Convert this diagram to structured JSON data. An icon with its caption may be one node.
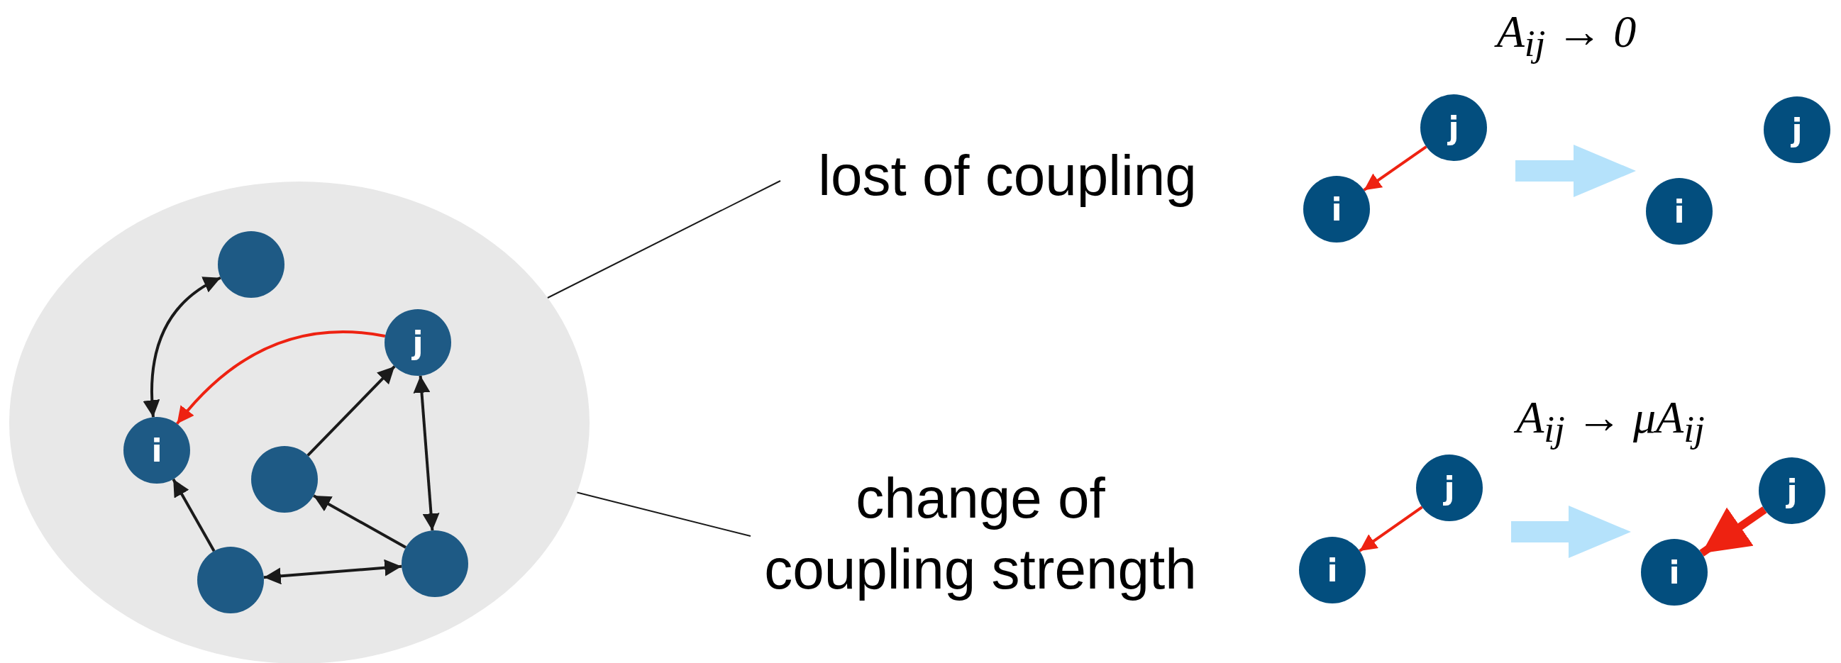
{
  "diagram": {
    "nodes": [
      {
        "text": [],
        "shape": "ellipse"
      },
      {
        "text": [],
        "shape": "circle",
        "in": 0
      },
      {
        "text": [
          "j"
        ],
        "in": 0
      },
      {
        "text": [
          "i"
        ],
        "in": 0
      },
      {
        "text": [],
        "shape": "circle",
        "in": 0
      },
      {
        "text": [],
        "shape": "circle",
        "in": 0
      },
      {
        "text": [],
        "shape": "circle",
        "in": 0
      },
      {
        "text": [
          "lost of coupling"
        ]
      },
      {
        "text": [
          "change of coupling strength"
        ]
      },
      {
        "text": [
          "j"
        ]
      },
      {
        "text": [
          "i"
        ]
      },
      {
        "text": [
          "j"
        ]
      },
      {
        "text": [
          "i"
        ]
      },
      {
        "text": [
          "j"
        ]
      },
      {
        "text": [
          "i"
        ]
      },
      {
        "text": [
          "j"
        ]
      },
      {
        "text": [
          "i"
        ]
      }
    ],
    "edges": [
      {
        "from": 1,
        "to": 3,
        "arrow": "both"
      },
      {
        "from": 2,
        "to": 3,
        "arrow": "to",
        "color": "#ee2211"
      },
      {
        "from": 4,
        "to": 2,
        "arrow": "to"
      },
      {
        "from": 2,
        "to": 6,
        "arrow": "both"
      },
      {
        "from": 6,
        "to": 4,
        "arrow": "to"
      },
      {
        "from": 5,
        "to": 3,
        "arrow": "to"
      },
      {
        "from": 5,
        "to": 6,
        "arrow": "both"
      },
      {
        "from": 7,
        "to": 0,
        "arrow": "none"
      },
      {
        "from": 8,
        "to": 0,
        "arrow": "none"
      },
      {
        "from": 9,
        "to": 10,
        "arrow": "to",
        "color": "#ee2211"
      },
      {
        "from": 13,
        "to": 14,
        "arrow": "to",
        "color": "#ee2211"
      },
      {
        "from": 15,
        "to": 16,
        "arrow": "to",
        "style": "thick",
        "color": "#ee2211"
      },
      {
        "from": 9,
        "to": 12,
        "arrow": "to",
        "style": "thick",
        "color": "#b5e2fb"
      },
      {
        "from": 13,
        "to": 16,
        "arrow": "to",
        "style": "thick",
        "color": "#b5e2fb"
      }
    ],
    "labels": [
      "A$_{ij}$ → 0",
      "A$_{ij}$ → μA$_{ij}$"
    ]
  }
}
